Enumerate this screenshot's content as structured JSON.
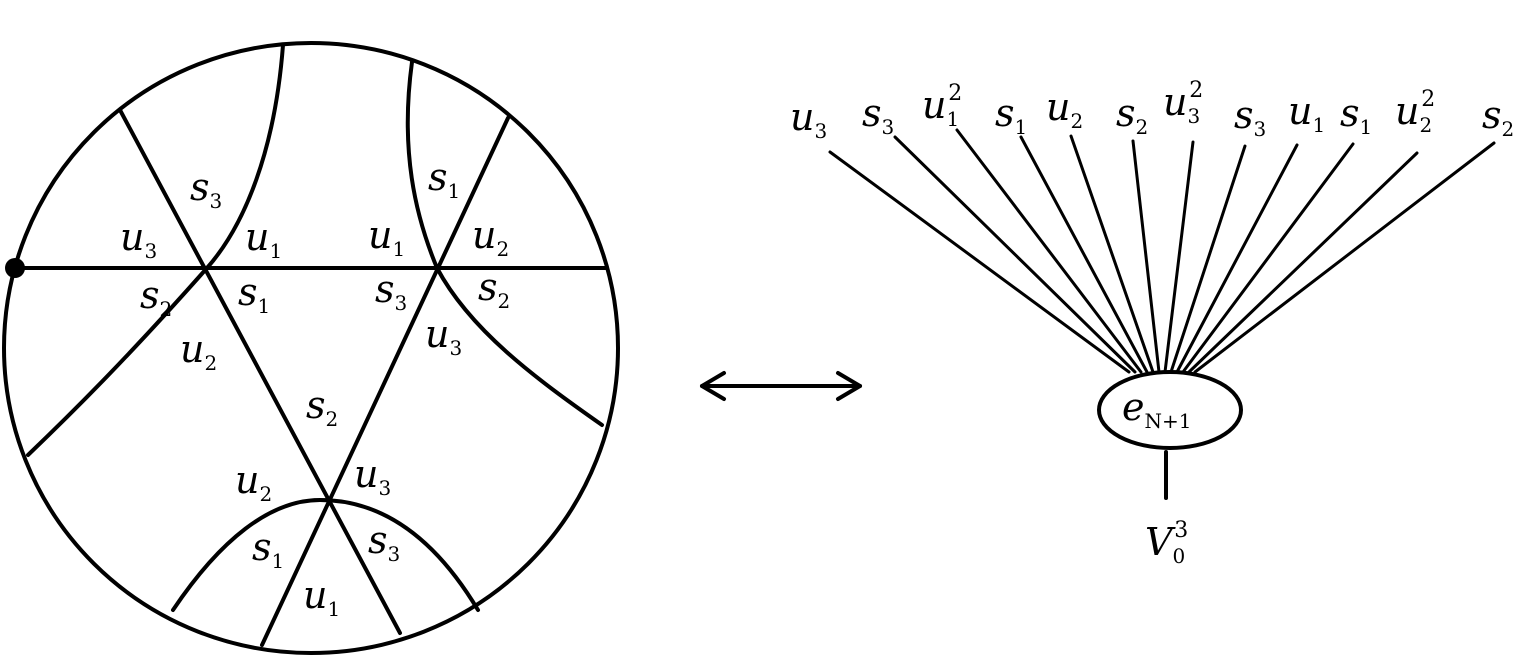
{
  "disk": {
    "labels": [
      {
        "base": "s",
        "sub": "3"
      },
      {
        "base": "u",
        "sub": "3"
      },
      {
        "base": "u",
        "sub": "1"
      },
      {
        "base": "s",
        "sub": "2"
      },
      {
        "base": "s",
        "sub": "1"
      },
      {
        "base": "u",
        "sub": "2"
      },
      {
        "base": "s",
        "sub": "1"
      },
      {
        "base": "u",
        "sub": "1"
      },
      {
        "base": "u",
        "sub": "2"
      },
      {
        "base": "s",
        "sub": "3"
      },
      {
        "base": "s",
        "sub": "2"
      },
      {
        "base": "u",
        "sub": "3"
      },
      {
        "base": "s",
        "sub": "2"
      },
      {
        "base": "u",
        "sub": "2"
      },
      {
        "base": "u",
        "sub": "3"
      },
      {
        "base": "s",
        "sub": "1"
      },
      {
        "base": "s",
        "sub": "3"
      },
      {
        "base": "u",
        "sub": "1"
      }
    ]
  },
  "fan": {
    "labels": [
      {
        "base": "u",
        "sub": "3",
        "sup": ""
      },
      {
        "base": "s",
        "sub": "3",
        "sup": ""
      },
      {
        "base": "u",
        "sub": "1",
        "sup": "2"
      },
      {
        "base": "s",
        "sub": "1",
        "sup": ""
      },
      {
        "base": "u",
        "sub": "2",
        "sup": ""
      },
      {
        "base": "s",
        "sub": "2",
        "sup": ""
      },
      {
        "base": "u",
        "sub": "3",
        "sup": "2"
      },
      {
        "base": "s",
        "sub": "3",
        "sup": ""
      },
      {
        "base": "u",
        "sub": "1",
        "sup": ""
      },
      {
        "base": "s",
        "sub": "1",
        "sup": ""
      },
      {
        "base": "u",
        "sub": "2",
        "sup": "2"
      },
      {
        "base": "s",
        "sub": "2",
        "sup": ""
      }
    ],
    "node": {
      "base": "e",
      "sub": "N+1"
    },
    "output": {
      "base": "V",
      "sub": "0",
      "sup": "3"
    }
  }
}
